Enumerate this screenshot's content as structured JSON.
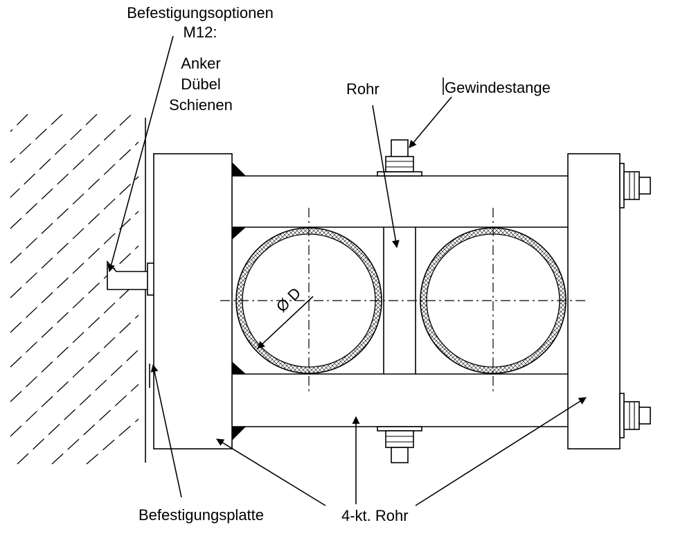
{
  "labels": {
    "mounting_options_line1": "Befestigungsoptionen",
    "mounting_options_line2": "M12:",
    "option_anchor": "Anker",
    "option_dowel": "Dübel",
    "option_rails": "Schienen",
    "pipe": "Rohr",
    "threaded_rod": "Gewindestange",
    "diameter": "Ø D",
    "mounting_plate": "Befestigungsplatte",
    "square_tube": "4-kt. Rohr"
  },
  "colors": {
    "line": "#000000",
    "background": "#ffffff"
  }
}
